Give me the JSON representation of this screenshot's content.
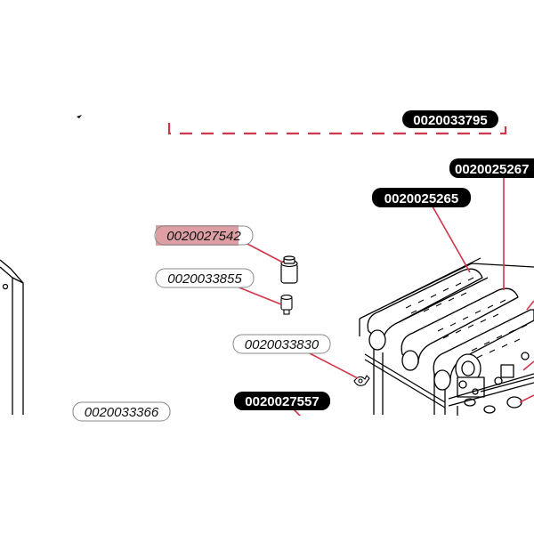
{
  "diagram": {
    "dashed_group_color": "#d0374a",
    "leader_color": "#d0374a",
    "highlight_color": "#d27f86",
    "labels": {
      "part_33795": "0020033795",
      "part_25267": "0020025267",
      "part_25265": "0020025265",
      "part_27542": "0020027542",
      "part_33855": "0020033855",
      "part_33830": "0020033830",
      "part_27557": "0020027557",
      "part_33366": "0020033366"
    }
  }
}
